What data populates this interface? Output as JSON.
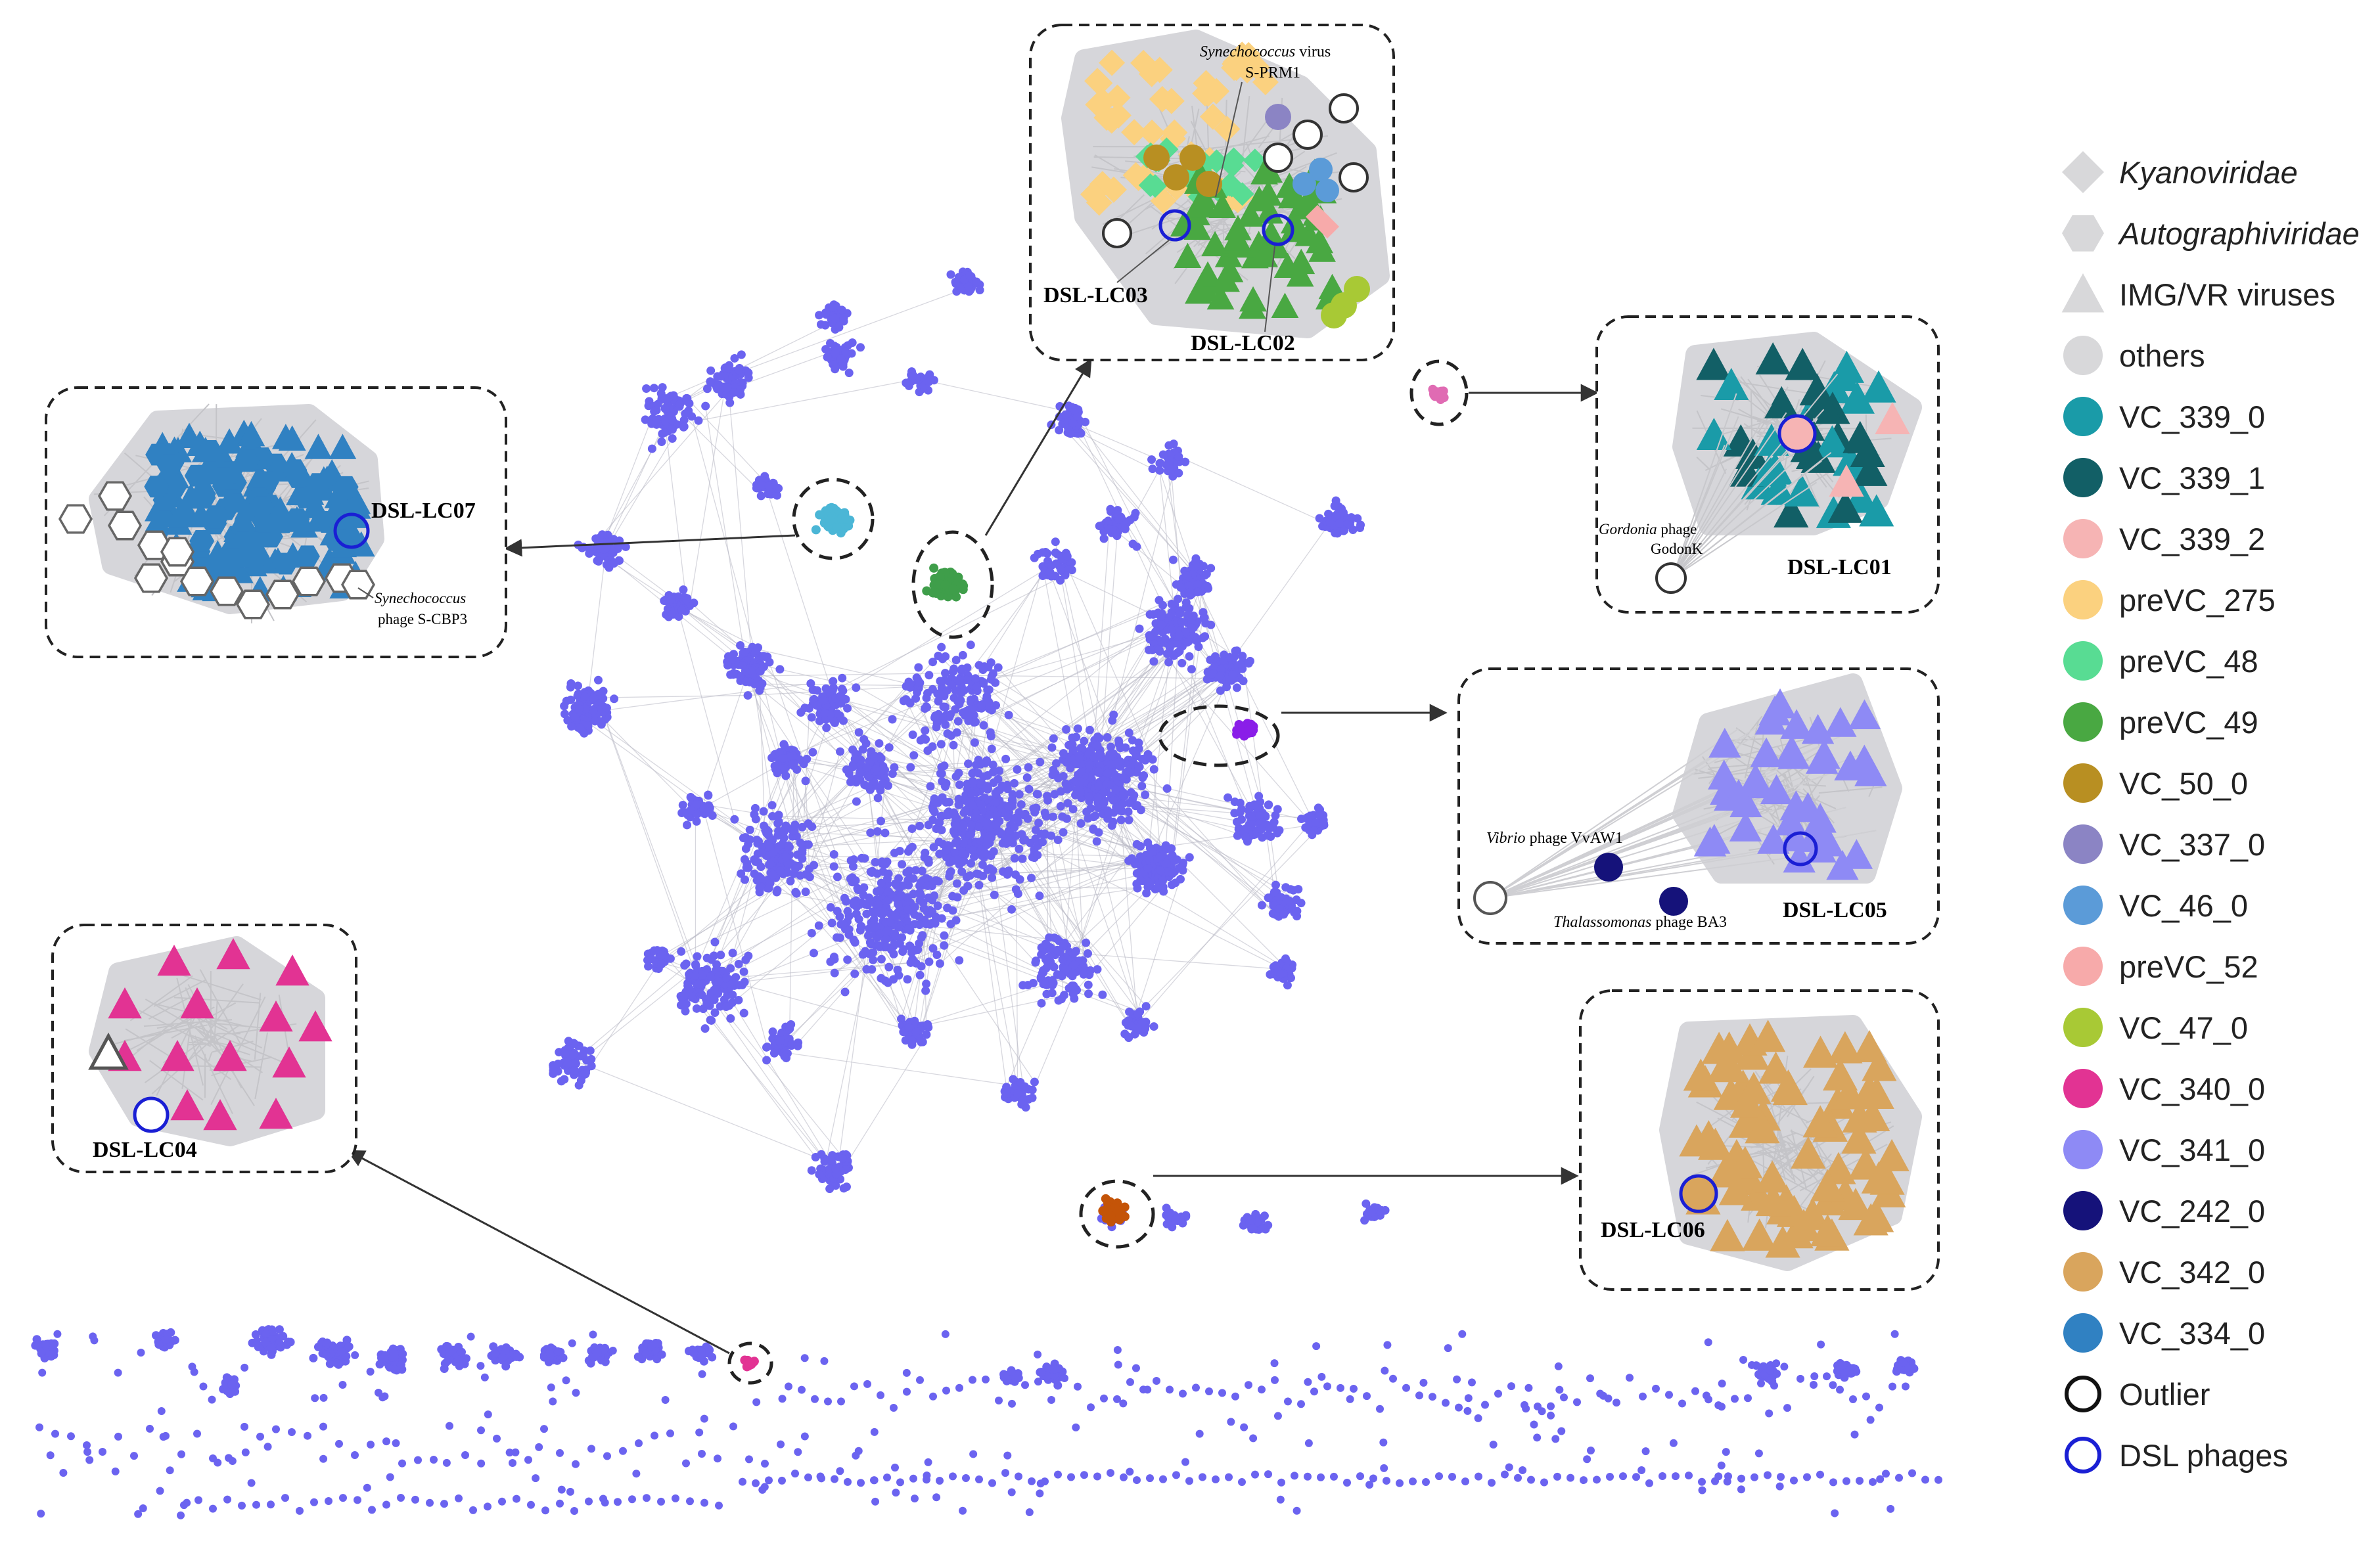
{
  "colors": {
    "network_node": "#6b63f0",
    "edge": "#b8b8c4",
    "hull": "#d6d6da",
    "box_border": "#222222",
    "kyano": "#d8d8da",
    "autographi": "#d8d8da",
    "imgvr": "#d8d8da",
    "others": "#d8d8da",
    "VC_339_0": "#1a9ba8",
    "VC_339_1": "#125f66",
    "VC_339_2": "#f6b4b4",
    "preVC_275": "#fbd17f",
    "preVC_48": "#58dc93",
    "preVC_49": "#49a842",
    "VC_50_0": "#b88f22",
    "VC_337_0": "#8b84c4",
    "VC_46_0": "#5b9bd8",
    "preVC_52": "#f7aaaa",
    "VC_47_0": "#a8c935",
    "VC_340_0": "#e23393",
    "VC_341_0": "#8e8af5",
    "VC_242_0": "#15127a",
    "VC_342_0": "#d9a55d",
    "VC_334_0": "#3081c2",
    "outlier": "#111111",
    "dsl": "#1a1fd4",
    "ring_LC07": "#4bb6d6",
    "ring_LC02": "#3f9e4a",
    "ring_LC01": "#e06bb3",
    "ring_LC05": "#8a1ee8",
    "ring_LC06": "#c45408",
    "ring_LC04": "#e23393"
  },
  "legend": {
    "items": [
      {
        "key": "kyano",
        "label": "Kyanoviridae",
        "shape": "diamond",
        "italic": true
      },
      {
        "key": "autographi",
        "label": "Autographiviridae",
        "shape": "hexagon",
        "italic": true
      },
      {
        "key": "imgvr",
        "label": "IMG/VR viruses",
        "shape": "triangle",
        "italic": false
      },
      {
        "key": "others",
        "label": "others",
        "shape": "circle",
        "italic": false
      },
      {
        "key": "VC_339_0",
        "label": "VC_339_0",
        "shape": "circle",
        "italic": false
      },
      {
        "key": "VC_339_1",
        "label": "VC_339_1",
        "shape": "circle",
        "italic": false
      },
      {
        "key": "VC_339_2",
        "label": "VC_339_2",
        "shape": "circle",
        "italic": false
      },
      {
        "key": "preVC_275",
        "label": "preVC_275",
        "shape": "circle",
        "italic": false
      },
      {
        "key": "preVC_48",
        "label": "preVC_48",
        "shape": "circle",
        "italic": false
      },
      {
        "key": "preVC_49",
        "label": "preVC_49",
        "shape": "circle",
        "italic": false
      },
      {
        "key": "VC_50_0",
        "label": "VC_50_0",
        "shape": "circle",
        "italic": false
      },
      {
        "key": "VC_337_0",
        "label": "VC_337_0",
        "shape": "circle",
        "italic": false
      },
      {
        "key": "VC_46_0",
        "label": "VC_46_0",
        "shape": "circle",
        "italic": false
      },
      {
        "key": "preVC_52",
        "label": "preVC_52",
        "shape": "circle",
        "italic": false
      },
      {
        "key": "VC_47_0",
        "label": "VC_47_0",
        "shape": "circle",
        "italic": false
      },
      {
        "key": "VC_340_0",
        "label": "VC_340_0",
        "shape": "circle",
        "italic": false
      },
      {
        "key": "VC_341_0",
        "label": "VC_341_0",
        "shape": "circle",
        "italic": false
      },
      {
        "key": "VC_242_0",
        "label": "VC_242_0",
        "shape": "circle",
        "italic": false
      },
      {
        "key": "VC_342_0",
        "label": "VC_342_0",
        "shape": "circle",
        "italic": false
      },
      {
        "key": "VC_334_0",
        "label": "VC_334_0",
        "shape": "circle",
        "italic": false
      },
      {
        "key": "outlier",
        "label": "Outlier",
        "shape": "ring",
        "italic": false
      },
      {
        "key": "dsl",
        "label": "DSL phages",
        "shape": "ring",
        "italic": false
      }
    ]
  },
  "insets": {
    "lc03": {
      "label": "DSL-LC03"
    },
    "lc02": {
      "label": "DSL-LC02"
    },
    "lc07": {
      "label": "DSL-LC07"
    },
    "lc01": {
      "label": "DSL-LC01"
    },
    "lc05": {
      "label": "DSL-LC05"
    },
    "lc04": {
      "label": "DSL-LC04"
    },
    "lc06": {
      "label": "DSL-LC06"
    }
  },
  "annotations": {
    "s_prm1_genus": "Synechococcus",
    "s_prm1_rest": " virus",
    "s_prm1_name": "S-PRM1",
    "s_cbp3_genus": "Synechococcus",
    "s_cbp3_name": "phage S-CBP3",
    "godonk_genus": "Gordonia",
    "godonk_rest": " phage",
    "godonk_name": "GodonK",
    "vvaw1_genus": "Vibrio",
    "vvaw1_rest": " phage VvAW1",
    "ba3_genus": "Thalassomonas",
    "ba3_rest": " phage BA3"
  }
}
